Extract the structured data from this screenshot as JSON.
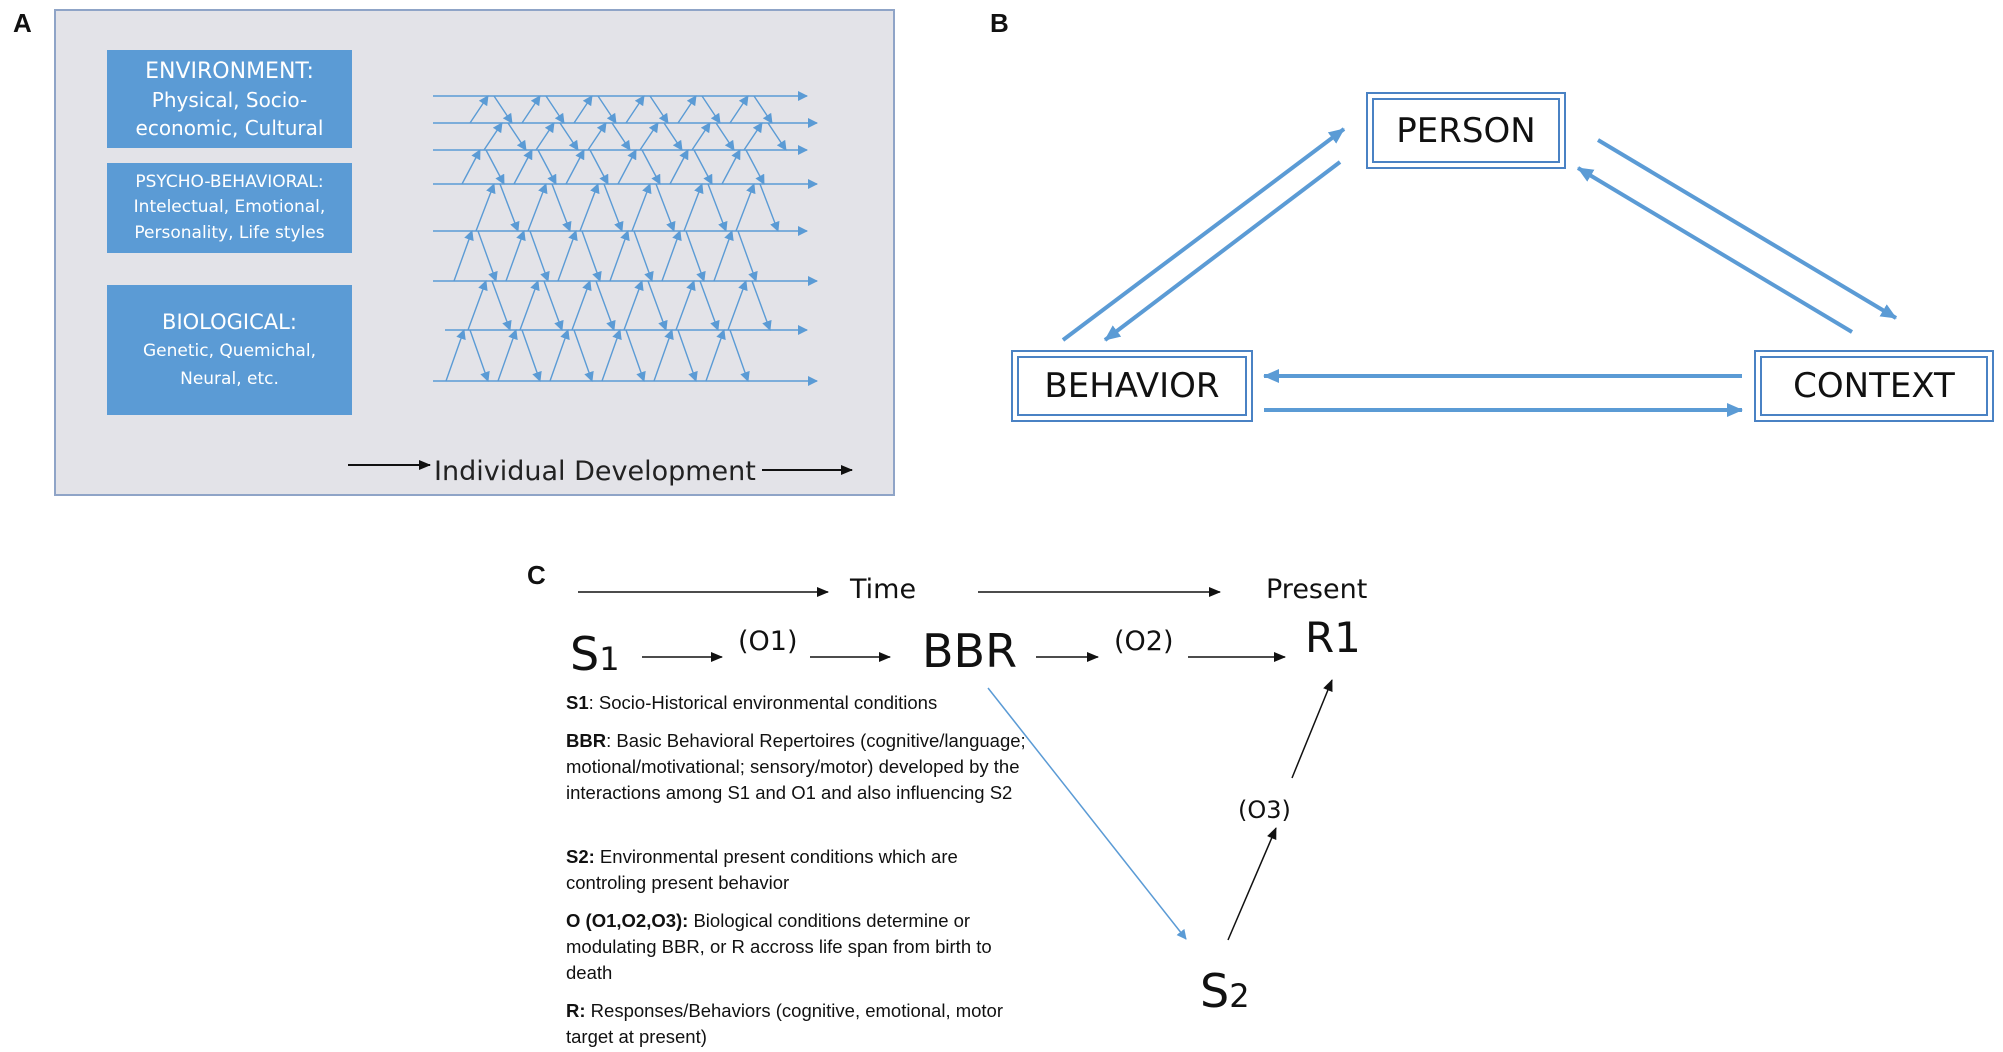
{
  "panel_a": {
    "letter": "A",
    "environment": {
      "title": "ENVIRONMENT:",
      "lines": [
        "Physical, Socio-",
        "economic, Cultural"
      ]
    },
    "psycho": {
      "title": "PSYCHO-BEHAVIORAL:",
      "lines": [
        "Intelectual, Emotional,",
        "Personality, Life styles"
      ]
    },
    "biological": {
      "title": "BIOLOGICAL:",
      "lines": [
        "Genetic, Quemichal,",
        "Neural, etc."
      ]
    },
    "development_label": "Individual Development"
  },
  "panel_b": {
    "letter": "B",
    "person": "PERSON",
    "behavior": "BEHAVIOR",
    "context": "CONTEXT"
  },
  "panel_c": {
    "letter": "C",
    "time": "Time",
    "present": "Present",
    "s1": "S",
    "s1_sub": "1",
    "o1": "(O1)",
    "bbr": "BBR",
    "o2": "(O2)",
    "r1": "R1",
    "o3": "(O3)",
    "s2": "S",
    "s2_sub": "2",
    "legend": [
      {
        "term": "S1",
        "text": ": Socio-Historical environmental conditions"
      },
      {
        "term": "BBR",
        "text": ": Basic Behavioral Repertoires (cognitive/language; motional/motivational; sensory/motor) developed by the interactions among S1 and O1 and also influencing S2"
      },
      {
        "term": "S2:",
        "text": " Environmental present conditions which are controling present behavior"
      },
      {
        "term": "O (O1,O2,O3):",
        "text": " Biological conditions determine or modulating BBR, or R accross life span from birth to death"
      },
      {
        "term": "R:",
        "text": " Responses/Behaviors (cognitive, emotional, motor target at present)"
      }
    ]
  },
  "colors": {
    "accent_blue": "#5b9bd5",
    "line_blue": "#4a82c4",
    "panel_bg": "#e3e3e8"
  }
}
